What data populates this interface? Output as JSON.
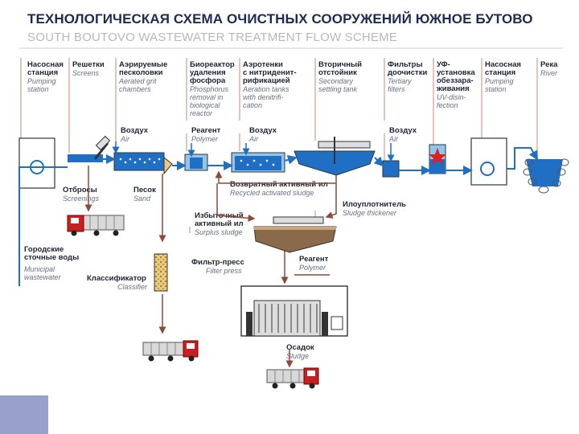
{
  "title": "ТЕХНОЛОГИЧЕСКАЯ СХЕМА ОЧИСТНЫХ СООРУЖЕНИЙ ЮЖНОЕ БУТОВО",
  "subtitle": "SOUTH BOUTOVO WASTEWATER TREATMENT FLOW SCHEME",
  "stages": [
    {
      "ru": "Насосная\nстанция",
      "en": "Pumping\nstation"
    },
    {
      "ru": "Решетки",
      "en": "Screens"
    },
    {
      "ru": "Аэрируемые\nпесколовки",
      "en": "Aerated grit\nchambers"
    },
    {
      "ru": "Биореактор\nудаления\nфосфора",
      "en": "Phosphorus\nremoval in\nbiological\nreactor"
    },
    {
      "ru": "Аэротенки\nс нитриденит-\nрификацией",
      "en": "Aeration tanks\nwith denitrifi-\ncation"
    },
    {
      "ru": "Вторичный\nотстойник",
      "en": "Secondary\nsettling tank"
    },
    {
      "ru": "Фильтры\nдоочистки",
      "en": "Tertiary\nfilters"
    },
    {
      "ru": "УФ-\nустановка\nобеззара-\nживания",
      "en": "UV-disin-\nfection"
    },
    {
      "ru": "Насосная\nстанция",
      "en": "Pumping\nstation"
    },
    {
      "ru": "Река",
      "en": "River"
    }
  ],
  "labels": {
    "air1": {
      "ru": "Воздух",
      "en": "Air"
    },
    "reagent1": {
      "ru": "Реагент",
      "en": "Polymer"
    },
    "air2": {
      "ru": "Воздух",
      "en": "Air"
    },
    "air3": {
      "ru": "Воздух",
      "en": "Air"
    },
    "screenings": {
      "ru": "Отбросы",
      "en": "Screenings"
    },
    "sand": {
      "ru": "Песок",
      "en": "Sand"
    },
    "ras": {
      "ru": "Возвратный активный ил",
      "en": "Recycled activated sludge"
    },
    "thickener": {
      "ru": "Илоуплотнитель",
      "en": "Sludge thickener"
    },
    "surplus": {
      "ru": "Избыточный\nактивный ил",
      "en": "Surplus sludge"
    },
    "municipal": {
      "ru": "Городские\nсточные воды",
      "en": "Municipal\nwastewater"
    },
    "classifier": {
      "ru": "Классификатор",
      "en": "Classifier"
    },
    "filterpress": {
      "ru": "Фильтр-пресс",
      "en": "Filter press"
    },
    "reagent2": {
      "ru": "Реагент",
      "en": "Polymer"
    },
    "sludge": {
      "ru": "Осадок",
      "en": "Sludge"
    }
  },
  "colors": {
    "water": "#1f6fc4",
    "lightwater": "#8fc6ea",
    "sludge": "#8a6a4a",
    "sludge_line": "#8b4a3a",
    "guide": "#c08a7e",
    "truck_red": "#c8201e",
    "title": "#1d2a52"
  }
}
